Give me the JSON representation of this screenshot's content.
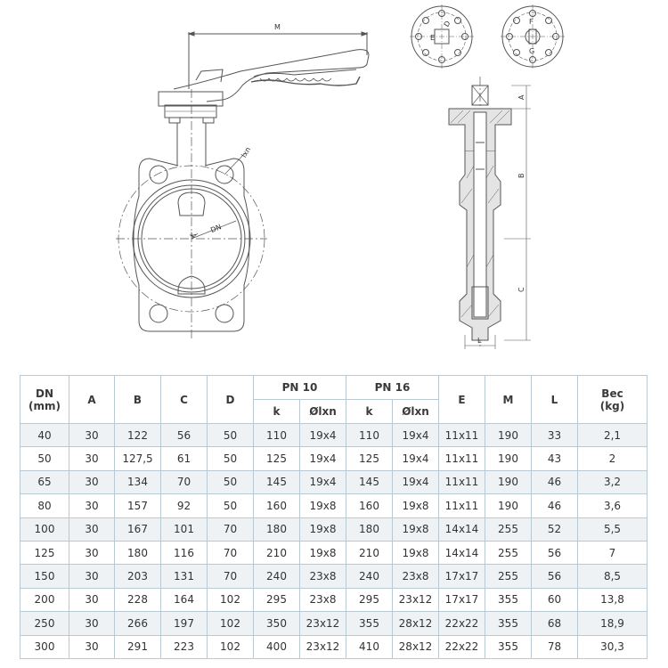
{
  "drawing": {
    "labels": {
      "m": "M",
      "lxn": "lxn",
      "k": "K",
      "dn": "DN",
      "a": "A",
      "b": "B",
      "c": "C",
      "l": "L",
      "e": "E",
      "d": "D",
      "f": "F",
      "g": "G"
    }
  },
  "table": {
    "headers": {
      "dn": "DN\n(mm)",
      "a": "A",
      "b": "B",
      "c": "C",
      "d": "D",
      "pn10": "PN 10",
      "pn16": "PN 16",
      "e": "E",
      "m": "M",
      "l": "L",
      "weight": "Bec\n(kg)",
      "k": "k",
      "olxn": "Ølxn"
    },
    "rows": [
      [
        "40",
        "30",
        "122",
        "56",
        "50",
        "110",
        "19x4",
        "110",
        "19x4",
        "11x11",
        "190",
        "33",
        "2,1"
      ],
      [
        "50",
        "30",
        "127,5",
        "61",
        "50",
        "125",
        "19x4",
        "125",
        "19x4",
        "11x11",
        "190",
        "43",
        "2"
      ],
      [
        "65",
        "30",
        "134",
        "70",
        "50",
        "145",
        "19x4",
        "145",
        "19x4",
        "11x11",
        "190",
        "46",
        "3,2"
      ],
      [
        "80",
        "30",
        "157",
        "92",
        "50",
        "160",
        "19x8",
        "160",
        "19x8",
        "11x11",
        "190",
        "46",
        "3,6"
      ],
      [
        "100",
        "30",
        "167",
        "101",
        "70",
        "180",
        "19x8",
        "180",
        "19x8",
        "14x14",
        "255",
        "52",
        "5,5"
      ],
      [
        "125",
        "30",
        "180",
        "116",
        "70",
        "210",
        "19x8",
        "210",
        "19x8",
        "14x14",
        "255",
        "56",
        "7"
      ],
      [
        "150",
        "30",
        "203",
        "131",
        "70",
        "240",
        "23x8",
        "240",
        "23x8",
        "17x17",
        "255",
        "56",
        "8,5"
      ],
      [
        "200",
        "30",
        "228",
        "164",
        "102",
        "295",
        "23x8",
        "295",
        "23x12",
        "17x17",
        "355",
        "60",
        "13,8"
      ],
      [
        "250",
        "30",
        "266",
        "197",
        "102",
        "350",
        "23x12",
        "355",
        "28x12",
        "22x22",
        "355",
        "68",
        "18,9"
      ],
      [
        "300",
        "30",
        "291",
        "223",
        "102",
        "400",
        "23x12",
        "410",
        "28x12",
        "22x22",
        "355",
        "78",
        "30,3"
      ]
    ]
  }
}
